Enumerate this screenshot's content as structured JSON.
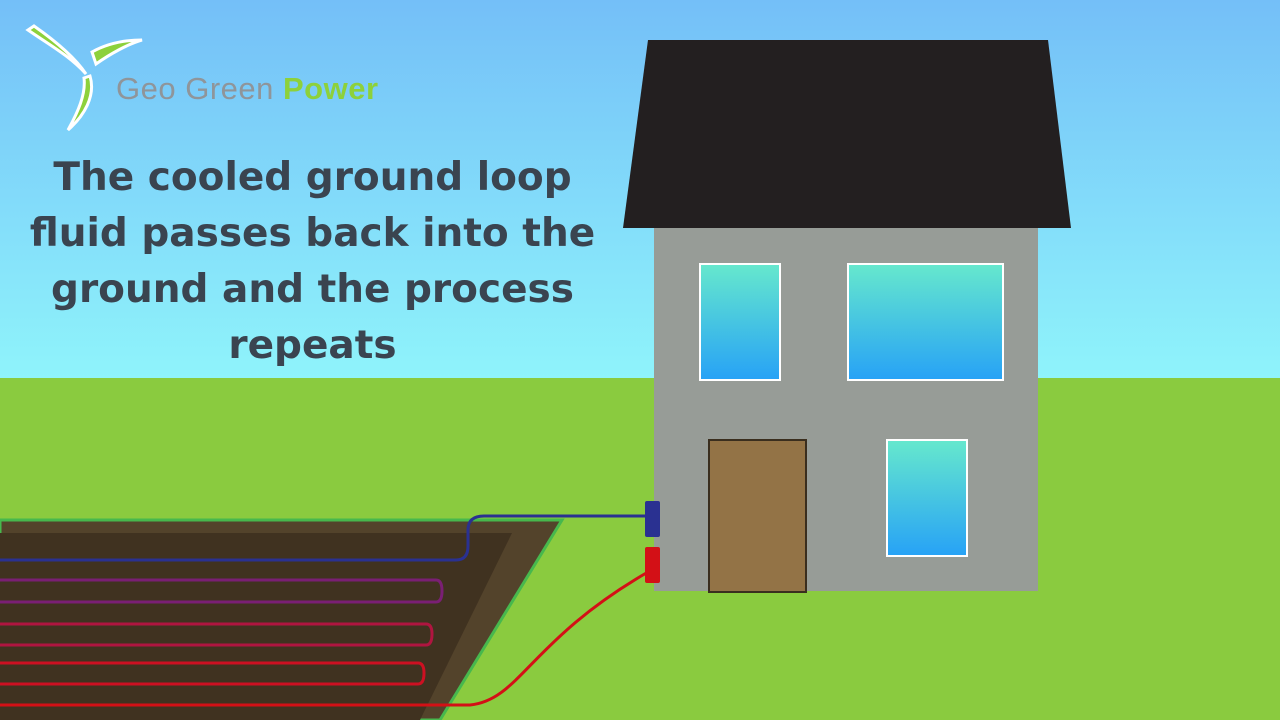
{
  "brand": {
    "name_part1": "Geo Green",
    "name_part2": "Power"
  },
  "caption": {
    "text": "The cooled ground loop fluid passes back into the ground and the process repeats"
  },
  "colors": {
    "sky_top": "#74bff8",
    "sky_bottom": "#8ff4fb",
    "grass": "#8acb3f",
    "roof": "#231f20",
    "wall": "#979c97",
    "window_top": "#66e8cd",
    "window_bottom": "#27a2f6",
    "door": "#937346",
    "trench_outer": "#53432b",
    "trench_inner": "#403220",
    "trench_edge": "#47b84d",
    "pipe_cold": "#2a3191",
    "pipe_warm": "#d31016",
    "logo_green": "#8dd13b",
    "brand_grey": "#8f959a",
    "caption_text": "#3a4450"
  },
  "icons": {
    "logo": "wind-turbine-logo-icon"
  }
}
